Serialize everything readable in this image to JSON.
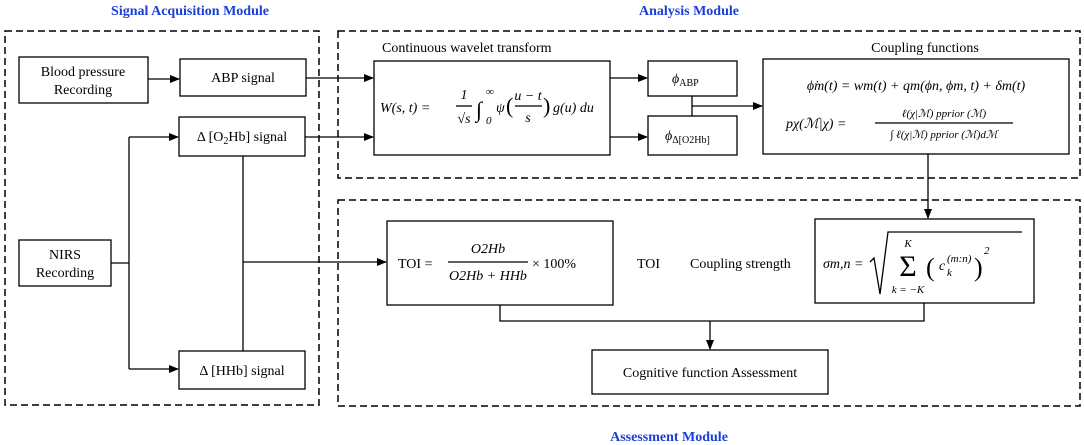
{
  "modules": {
    "signal_acquisition": "Signal Acquisition Module",
    "analysis": "Analysis Module",
    "assessment": "Assessment Module"
  },
  "boxes": {
    "bp_recording_line1": "Blood pressure",
    "bp_recording_line2": "Recording",
    "abp_signal": "ABP signal",
    "o2hb_signal_pre": "Δ [O",
    "o2hb_signal_sub": "2",
    "o2hb_signal_post": "Hb] signal",
    "nirs_line1": "NIRS",
    "nirs_line2": "Recording",
    "hhb_signal": "Δ [HHb] signal",
    "cognitive": "Cognitive function Assessment"
  },
  "labels": {
    "cwt_title": "Continuous wavelet transform",
    "coupling_functions": "Coupling functions",
    "toi_output": "TOI",
    "coupling_strength": "Coupling strength"
  },
  "formulas": {
    "phi_abp_sym": "ϕ",
    "phi_abp_sub": "ABP",
    "phi_o2hb_sym": "ϕ",
    "phi_o2hb_sub": "Δ[O2Hb]",
    "cwt_lhs": "W(s, t) =",
    "cwt_num": "1",
    "cwt_den": "√s",
    "cwt_int": "∫",
    "cwt_upper": "∞",
    "cwt_lower": "0",
    "cwt_body1": "ψ",
    "cwt_frac_num": "u − t",
    "cwt_frac_den": "s",
    "cwt_body2": "g(u) du",
    "coupling_eq": "ϕ̇m(t) = wm(t) + qm(ϕn, ϕm, t) + δm(t)",
    "bayes_lhs": "pχ(ℳ|χ) =",
    "bayes_num": "ℓ(χ|ℳ) pprior (ℳ)",
    "bayes_den": "∫ ℓ(χ|ℳ) pprior (ℳ)dℳ",
    "toi_lhs": "TOI  =",
    "toi_num": "O2Hb",
    "toi_den": "O2Hb + HHb",
    "toi_rhs": "× 100%",
    "sigma_lhs": "σm,n =",
    "sigma_sum": "Σ",
    "sigma_upper": "K",
    "sigma_lower": "k = −K",
    "sigma_term": "c",
    "sigma_term_sub": "k",
    "sigma_term_sup": "(m:n)",
    "sigma_pow": "2"
  }
}
